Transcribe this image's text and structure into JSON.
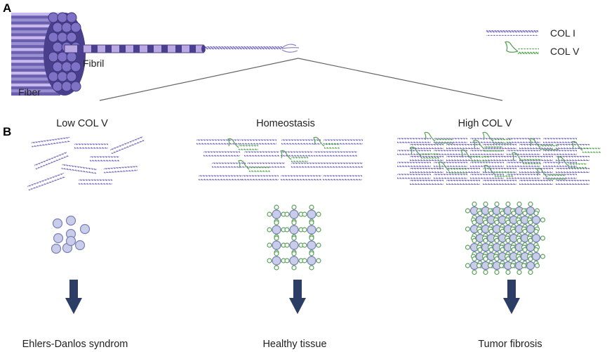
{
  "panels": {
    "a": "A",
    "b": "B"
  },
  "panel_a": {
    "fiber_label": "Fiber",
    "fibril_label": "Fibril",
    "legend": [
      {
        "label": "COL I",
        "color": "#8b7fc4"
      },
      {
        "label": "COL V",
        "color": "#5aa35a"
      }
    ]
  },
  "columns": [
    {
      "title": "Low COL V",
      "outcome": "Ehlers-Danlos syndrom"
    },
    {
      "title": "Homeostasis",
      "outcome": "Healthy tissue"
    },
    {
      "title": "High COL V",
      "outcome": "Tumor fibrosis"
    }
  ],
  "colors": {
    "col1": "#8b7fc4",
    "col1_dark": "#5a4f9c",
    "col5": "#5aa35a",
    "fiber_dark": "#4a3f8c",
    "fiber_light": "#b9a9e0",
    "cell_fill": "#c9cdea",
    "cell_stroke": "#7a7fb8",
    "arrow": "#2c3e66",
    "line": "#666666"
  }
}
